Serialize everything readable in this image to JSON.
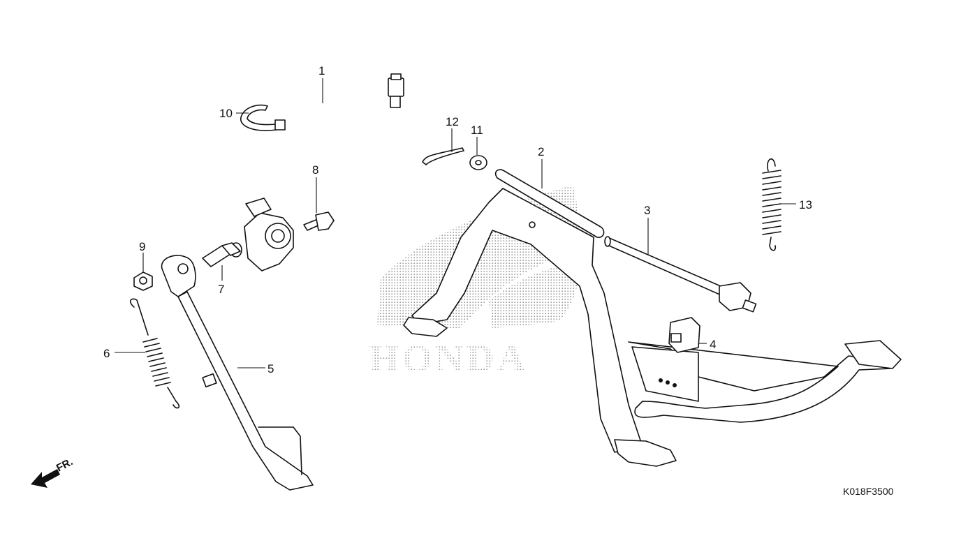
{
  "callouts": [
    {
      "label": "1"
    },
    {
      "label": "2"
    },
    {
      "label": "3"
    },
    {
      "label": "4"
    },
    {
      "label": "5"
    },
    {
      "label": "6"
    },
    {
      "label": "7"
    },
    {
      "label": "8"
    },
    {
      "label": "9"
    },
    {
      "label": "10"
    },
    {
      "label": "11"
    },
    {
      "label": "12"
    },
    {
      "label": "13"
    }
  ],
  "watermark": {
    "text": "HONDA"
  },
  "direction_marker": {
    "text": "FR."
  },
  "figure_code": "K018F3500",
  "colors": {
    "ink": "#111111",
    "background": "#ffffff",
    "watermark_dots": "#9a9a9a"
  }
}
